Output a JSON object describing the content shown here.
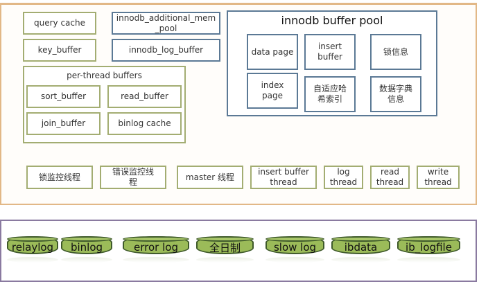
{
  "memory": {
    "global_buffers": {
      "query_cache": "query cache",
      "key_buffer": "key_buffer",
      "innodb_additional_mem_pool": "innodb_additional_mem\n_pool",
      "innodb_log_buffer": "innodb_log_buffer"
    },
    "per_thread": {
      "title": "per-thread buffers",
      "items": [
        "sort_buffer",
        "read_buffer",
        "join_buffer",
        "binlog cache"
      ]
    },
    "buffer_pool": {
      "title": "innodb buffer pool",
      "items": [
        "data page",
        "insert\nbuffer",
        "锁信息",
        "index\npage",
        "自适应哈\n希索引",
        "数据字典\n信息"
      ]
    },
    "threads": [
      "锁监控线程",
      "错误监控线\n程",
      "master 线程",
      "insert buffer\nthread",
      "log\nthread",
      "read\nthread",
      "write\nthread"
    ]
  },
  "disk": {
    "files": [
      "relaylog",
      "binlog",
      "error log",
      "全日制",
      "slow log",
      "ibdata",
      "ib_logfile"
    ]
  },
  "colors": {
    "memory_frame": "#e2b887",
    "disk_frame": "#8a7aa0",
    "green_border": "#a3ad72",
    "blue_border": "#5b7995",
    "disk_fill": "#9bbb59"
  }
}
